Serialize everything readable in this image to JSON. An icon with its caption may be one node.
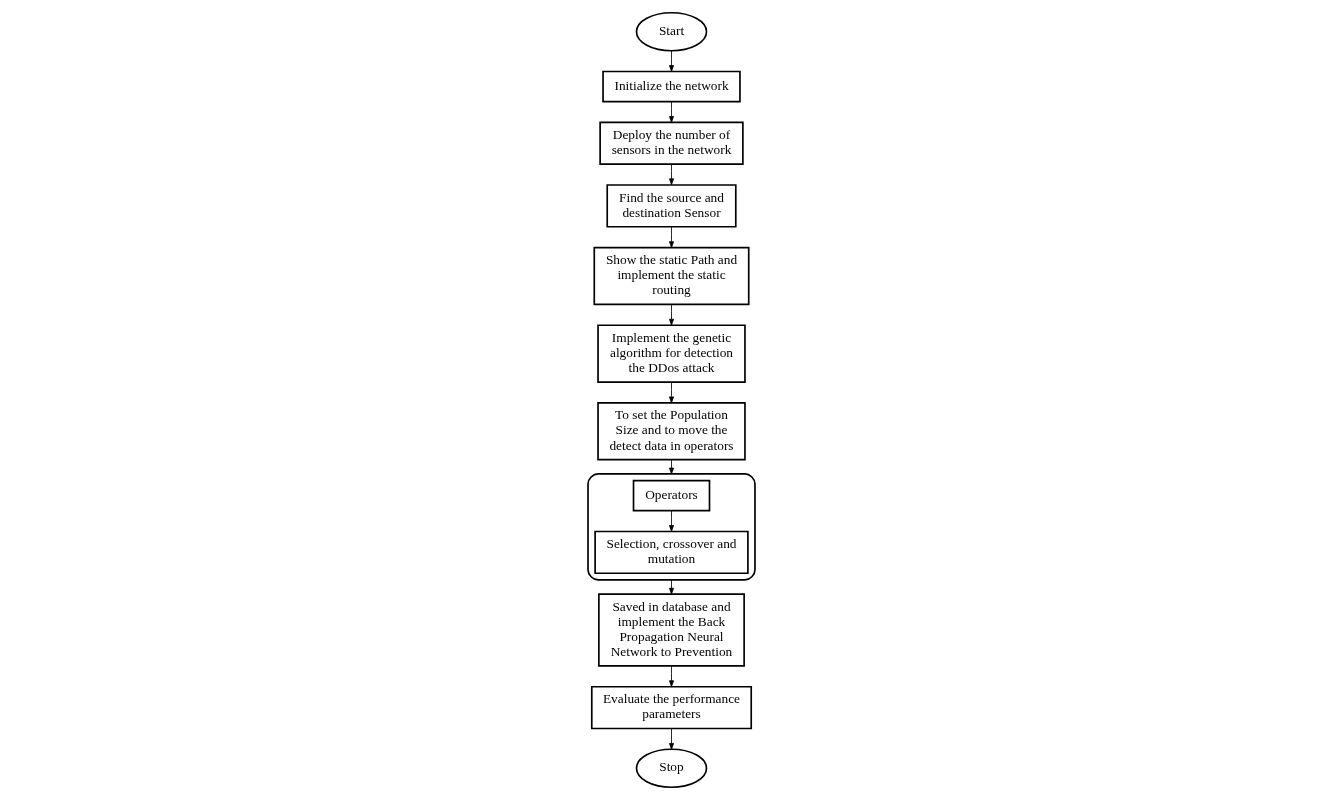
{
  "diagram": {
    "nodes": [
      {
        "text": [
          "Start"
        ]
      },
      {
        "text": [
          "Initialize the network"
        ]
      },
      {
        "text": [
          "Deploy the number of sensors in the network"
        ]
      },
      {
        "text": [
          "Find the source and destination Sensor"
        ]
      },
      {
        "text": [
          "Show the static Path and implement the static routing"
        ]
      },
      {
        "text": [
          "Implement the genetic algorithm for detection the DDos attack"
        ]
      },
      {
        "text": [
          "To set the Population Size and to move the detect data in operators"
        ]
      },
      {
        "text": [],
        "shape": "box"
      },
      {
        "text": [
          "Operators"
        ],
        "in": 7
      },
      {
        "text": [
          "Selection, crossover and mutation"
        ],
        "in": 7
      },
      {
        "text": [
          "Saved in database and implement the Back Propagation Neural Network to Prevention"
        ]
      },
      {
        "text": [
          "Evaluate the performance parameters"
        ]
      },
      {
        "text": [
          "Stop"
        ]
      }
    ],
    "edges": [
      {
        "from": 0,
        "to": 1,
        "arrow": "to"
      },
      {
        "from": 1,
        "to": 2,
        "arrow": "to"
      },
      {
        "from": 2,
        "to": 3,
        "arrow": "to"
      },
      {
        "from": 3,
        "to": 4,
        "arrow": "to"
      },
      {
        "from": 4,
        "to": 5,
        "arrow": "to"
      },
      {
        "from": 5,
        "to": 6,
        "arrow": "to"
      },
      {
        "from": 6,
        "to": 7,
        "arrow": "to"
      },
      {
        "from": 8,
        "to": 9,
        "arrow": "to"
      },
      {
        "from": 7,
        "to": 10,
        "arrow": "to"
      },
      {
        "from": 10,
        "to": 11,
        "arrow": "to"
      },
      {
        "from": 11,
        "to": 12,
        "arrow": "to"
      }
    ]
  }
}
